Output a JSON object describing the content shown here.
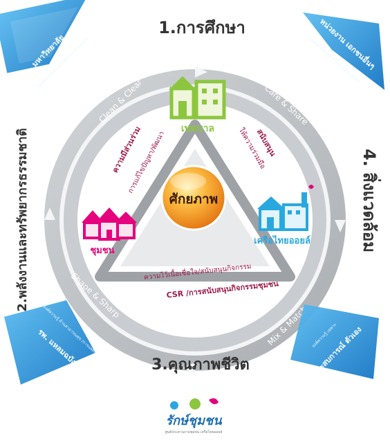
{
  "pillars": {
    "top": "1.การศึกษา",
    "left": "2.พลังงานและทรัพยากรธรรมชาติ",
    "bottom": "3.คุณภาพชีวิต",
    "right": "4. สิ่งแวดล้อม"
  },
  "ring_labels": {
    "top_left": "Clean & Clear",
    "top_right": "Care & Share",
    "bottom_left": "Shape & Sharp",
    "bottom_right": "Mix & Match"
  },
  "center": "ศักยภาพ",
  "nodes": {
    "municipality": "เทศบาล",
    "company": "เครือไทยออยล์",
    "community": "ชุมชน"
  },
  "relations": {
    "left_outer": "ความมีส่วนร่วม",
    "left_inner": "การแก้ไขปัญหา/พัฒนา",
    "right_outer": "สนับสนุน",
    "right_inner": "ให้ความร่วมมือ",
    "bottom_inner": "ความไว้เนื้อเชื่อใจ/สนับสนุนกิจกรรม",
    "bottom_outer": "CSR /การสนับสนุนกิจกรรมชุมชน"
  },
  "corners": {
    "top_left": {
      "title": "มหาวิทยาลัย",
      "detail": "องค์ความรู้เชิง การวิจัยผ่าน ตำแหน่งๆ"
    },
    "top_right": {
      "title": "หน่วยงาน เอกชนอื่นๆ",
      "detail": "ร่วมสื่อสารข้อมูล ความร่วมมือ บริษัทฯ"
    },
    "bottom_left": {
      "title": "รพ. แหลมฉบัง",
      "detail": "องค์ความรู้ ด้านสาธารณสุข /การแพทย์"
    },
    "bottom_right": {
      "title": "ประสบการณ์ ตัวเอง",
      "detail": "องค์ความรู้ เฉพาะ"
    }
  },
  "logo": {
    "text": "รักษ์ชุมชน",
    "tagline": "ศูนย์ประสานงานชุมชน เครือไทยออยล์"
  },
  "colors": {
    "ring": "#b9bdc1",
    "ring_light": "#e6e8ea",
    "corner_blue": "#1f8fd8",
    "municipality": "#8cc63f",
    "company": "#29a8e0",
    "community": "#e6007e",
    "center": "#f39a1e",
    "relation_text": "#9e1c4a",
    "pillar_text": "#333333"
  }
}
